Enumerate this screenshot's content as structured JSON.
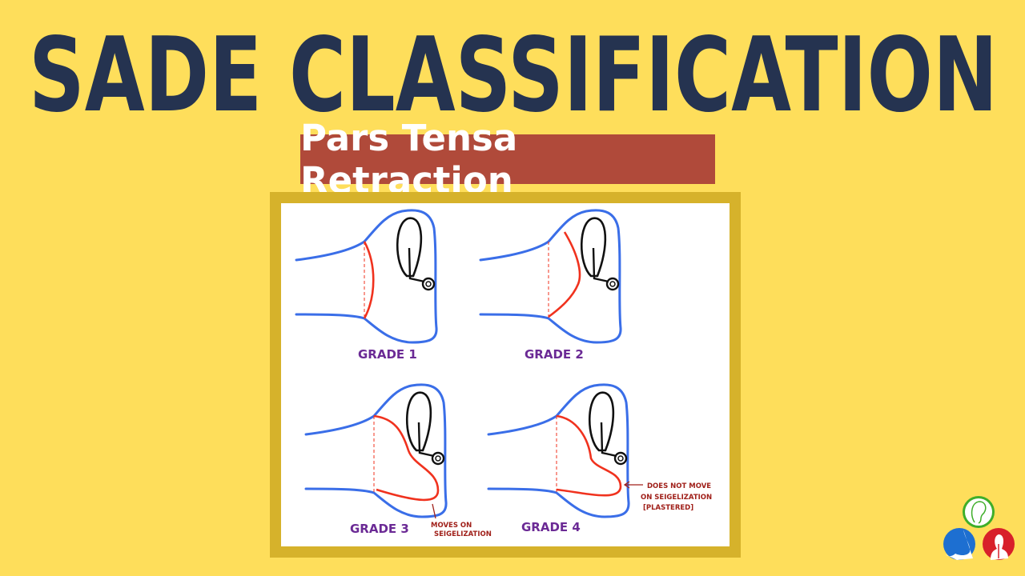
{
  "title": "SADE CLASSIFICATION",
  "subtitle": "Pars Tensa Retraction",
  "colors": {
    "background": "#fede5b",
    "title": "#253350",
    "subtitle_bg": "#b04a3a",
    "frame": "#d6b22b",
    "canal": "#3a6ee8",
    "retraction": "#f0321e",
    "label": "#6b2a95",
    "note": "#a0201a"
  },
  "diagram": {
    "grades": [
      {
        "label": "GRADE 1"
      },
      {
        "label": "GRADE 2"
      },
      {
        "label": "GRADE 3"
      },
      {
        "label": "GRADE 4"
      }
    ],
    "notes": {
      "grade3": [
        "MOVES ON",
        "SEIGELIZATION"
      ],
      "grade4": [
        "DOES NOT MOVE",
        "ON SEIGELIZATION",
        "[PLASTERED]"
      ]
    }
  },
  "logo": {
    "icons": [
      "ear-icon",
      "nose-icon",
      "throat-icon"
    ]
  }
}
